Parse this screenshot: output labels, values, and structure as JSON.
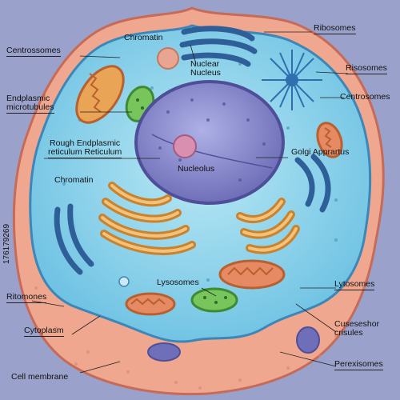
{
  "labels": {
    "chromatin_top": "Chromatin",
    "ribosomes": "Ribosomes",
    "centrossomes_left": "Centrossomes",
    "nuclear_nucleus": "Nuclear\nNucleus",
    "risosomes": "Risosomes",
    "endoplasmic_microtubules": "Endplasmic\nmicrotubules",
    "centrosomes_right": "Centrosomes",
    "rough_er": "Rough Endplasmic\nreticulum Reticulum",
    "golgi": "Golgi Apprartus",
    "nucleolus": "Nucleolus",
    "chromatin_left": "Chromatin",
    "lysosomes": "Lysosomes",
    "lytosomes": "Lytosomes",
    "ritomones": "Ritomones",
    "cuseseshor": "Cuseseshor\ncrisules",
    "cytoplasm": "Cytoplasm",
    "perexisomes": "Perexisomes",
    "cell_membrane": "Cell membrane"
  },
  "watermark": "176179269",
  "colors": {
    "background": "#9aa2cc",
    "membrane": "#f0a78f",
    "membrane_outline": "#c56b57",
    "cytoplasm": "#8fd3ea",
    "nucleus": "#8c8ed0",
    "golgi": "#e9a456",
    "mitochondria": "#d36f4e",
    "chloroplast": "#78c55b",
    "er": "#3f6fa8"
  }
}
